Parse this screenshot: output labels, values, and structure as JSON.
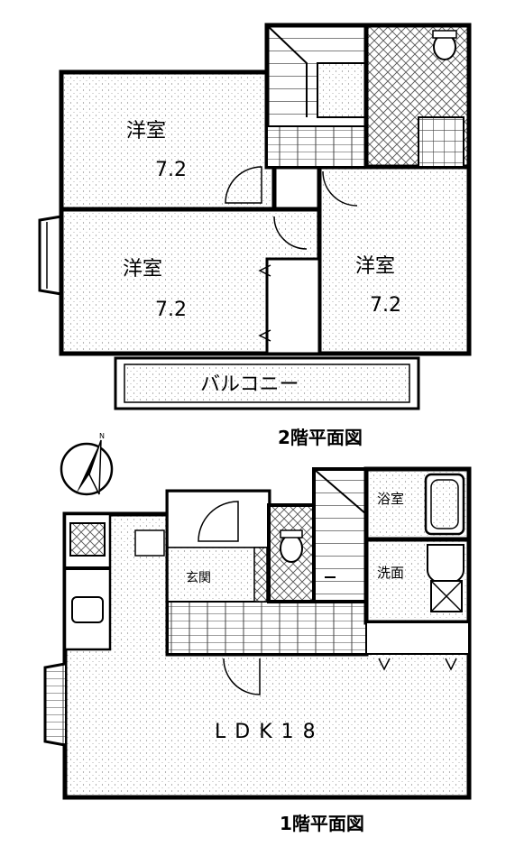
{
  "floor2": {
    "room_nw": {
      "name": "洋室",
      "size": "7.2"
    },
    "room_w": {
      "name": "洋室",
      "size": "7.2"
    },
    "room_e": {
      "name": "洋室",
      "size": "7.2"
    },
    "balcony": "バルコニー",
    "caption": "2階平面図"
  },
  "floor1": {
    "bath": "浴室",
    "entrance": "玄関",
    "washroom": "洗面",
    "ldk": "LDK18",
    "caption": "1階平面図"
  },
  "compass": {
    "north_label": "N"
  }
}
